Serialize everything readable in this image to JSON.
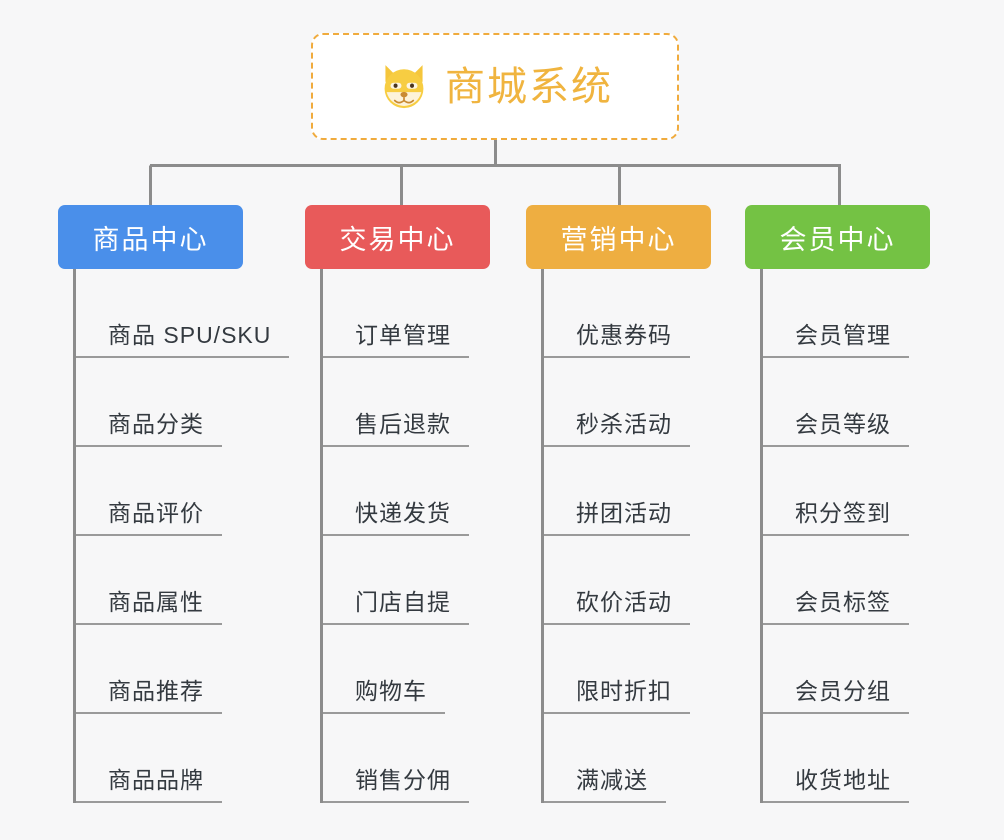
{
  "page": {
    "background_color": "#f7f7f8",
    "type": "organization-tree-diagram"
  },
  "root": {
    "title": "商城系统",
    "icon": "shiba-inu-dog-face-emoji",
    "border_color": "#f0ab3d",
    "text_color": "#f0b43f",
    "background_color": "#ffffff"
  },
  "connector": {
    "color": "#8c8c8c"
  },
  "categories": [
    {
      "label": "商品中心",
      "color": "#4a8fea",
      "items": [
        "商品 SPU/SKU",
        "商品分类",
        "商品评价",
        "商品属性",
        "商品推荐",
        "商品品牌"
      ]
    },
    {
      "label": "交易中心",
      "color": "#e85a5a",
      "items": [
        "订单管理",
        "售后退款",
        "快递发货",
        "门店自提",
        "购物车",
        "销售分佣"
      ]
    },
    {
      "label": "营销中心",
      "color": "#eeae41",
      "items": [
        "优惠券码",
        "秒杀活动",
        "拼团活动",
        "砍价活动",
        "限时折扣",
        "满减送"
      ]
    },
    {
      "label": "会员中心",
      "color": "#74c244",
      "items": [
        "会员管理",
        "会员等级",
        "积分签到",
        "会员标签",
        "会员分组",
        "收货地址"
      ]
    }
  ]
}
